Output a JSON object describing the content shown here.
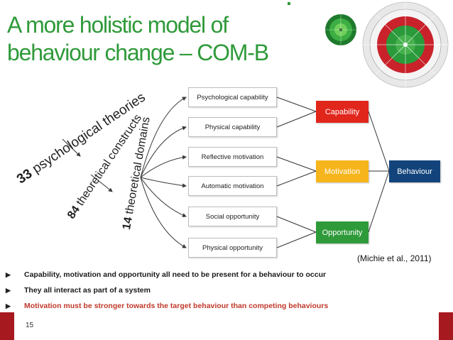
{
  "slide": {
    "title_line1": "A more holistic model of",
    "title_line2": "behaviour change – COM-B",
    "page_number": "15"
  },
  "diagram": {
    "theories": {
      "count": "33",
      "label": "psychological theories"
    },
    "constructs": {
      "count": "84",
      "label": "theoretical constructs"
    },
    "domains": {
      "count": "14",
      "label": "theoretical domains"
    },
    "components": [
      "Psychological capability",
      "Physical capability",
      "Reflective motivation",
      "Automatic motivation",
      "Social opportunity",
      "Physical opportunity"
    ],
    "sources": [
      {
        "label": "Capability",
        "color": "#e1261c"
      },
      {
        "label": "Motivation",
        "color": "#f6b51c"
      },
      {
        "label": "Opportunity",
        "color": "#2f9a3a"
      }
    ],
    "behaviour": {
      "label": "Behaviour",
      "color": "#12447b"
    },
    "citation": "(Michie et al., 2011)"
  },
  "bullets": [
    {
      "text": "Capability, motivation and opportunity all need to be present for a behaviour to occur",
      "color": "#1a1a1a"
    },
    {
      "text": "They all interact as part of a system",
      "color": "#1a1a1a"
    },
    {
      "text": "Motivation must be stronger towards the target behaviour than competing behaviours",
      "color": "#c0392b"
    }
  ],
  "colors": {
    "title": "#2f9a3a",
    "footer": "#a6191e"
  }
}
